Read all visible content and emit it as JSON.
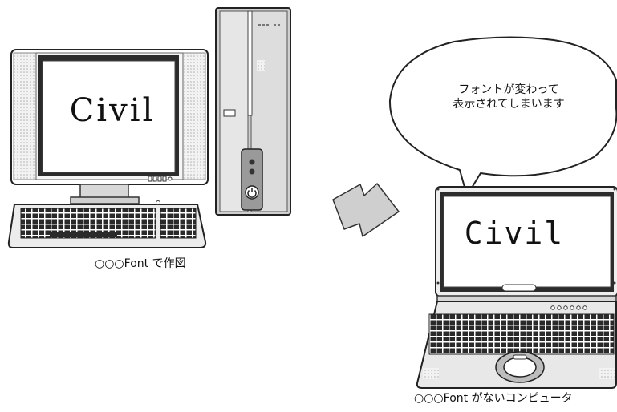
{
  "desktop": {
    "screen_text": "Civil",
    "caption": "○○○Font で作図"
  },
  "laptop": {
    "screen_text": "Civil",
    "caption": "○○○Font がないコンピュータ",
    "speech_bubble": {
      "line1": "フォントが変わって",
      "line2": "表示されてしまいます"
    }
  }
}
